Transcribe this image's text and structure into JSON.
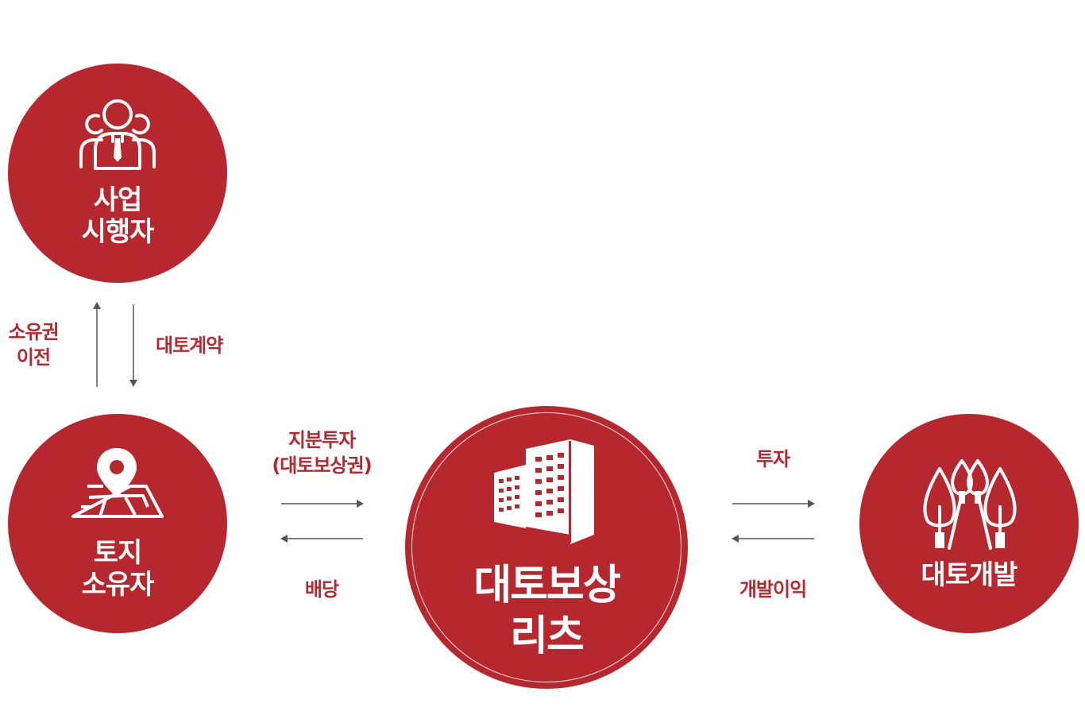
{
  "colors": {
    "primary_red": "#b7282e",
    "arrow_gray": "#555555",
    "white": "#ffffff"
  },
  "nodes": {
    "developer": {
      "icon": "people-icon",
      "label_line1": "사업",
      "label_line2": "시행자"
    },
    "landowner": {
      "icon": "map-pin-icon",
      "label_line1": "토지",
      "label_line2": "소유자"
    },
    "reits": {
      "icon": "building-icon",
      "label_line1": "대토보상",
      "label_line2": "리츠"
    },
    "project": {
      "icon": "trees-icon",
      "label": "대토개발"
    }
  },
  "flows": {
    "ownership_transfer": {
      "line1": "소유권",
      "line2": "이전"
    },
    "land_contract": {
      "label": "대토계약"
    },
    "equity_investment": {
      "line1": "지분투자",
      "line2": "(대토보상권)"
    },
    "dividend": {
      "label": "배당"
    },
    "investment": {
      "label": "투자"
    },
    "development_profit": {
      "label": "개발이익"
    }
  }
}
